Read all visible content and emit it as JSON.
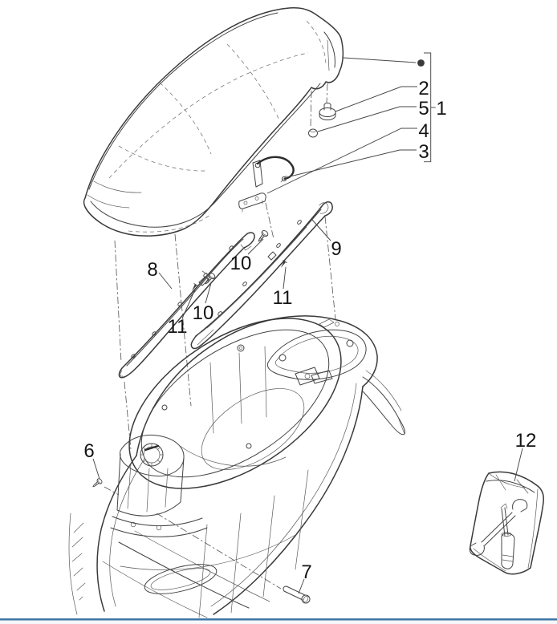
{
  "colors": {
    "ink": "#3a3a3a",
    "divider": "#3f76a6",
    "paper": "#ffffff",
    "footer_strip": "#f5f7f9"
  },
  "markers": {
    "assembly_bullet": "filled-circle"
  },
  "callouts": {
    "n1": "1",
    "n2": "2",
    "n3": "3",
    "n4": "4",
    "n5": "5",
    "n6": "6",
    "n7": "7",
    "n8": "8",
    "n9": "9",
    "n10": "10",
    "n11": "11",
    "n12": "12"
  }
}
